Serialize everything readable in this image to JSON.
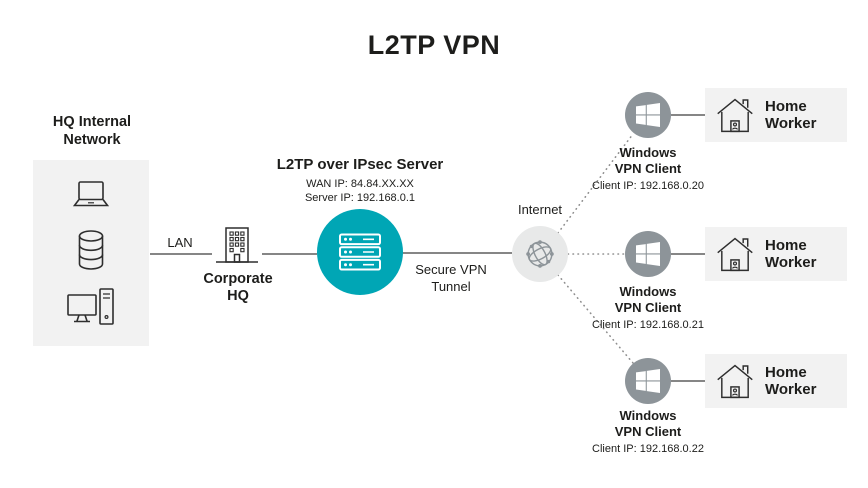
{
  "title": "L2TP VPN",
  "colors": {
    "accent_teal": "#00A6B5",
    "node_gray": "#8D9499",
    "panel_gray": "#F2F2F2",
    "text_dark": "#1D1D1B"
  },
  "hq_network": {
    "label": "HQ Internal Network",
    "icons": [
      "laptop-icon",
      "database-icon",
      "desktop-computer-icon"
    ]
  },
  "lan_label": "LAN",
  "corporate_hq_label": "Corporate HQ",
  "vpn_server": {
    "title": "L2TP over IPsec Server",
    "wan_ip": "WAN IP: 84.84.XX.XX",
    "server_ip": "Server IP: 192.168.0.1",
    "icon": "server-icon"
  },
  "tunnel_label": "Secure VPN Tunnel",
  "internet_label": "Internet",
  "internet_icon": "internet-globe-icon",
  "clients": [
    {
      "label": "Windows VPN Client",
      "client_ip": "Client IP: 192.168.0.20",
      "worker_label": "Home Worker"
    },
    {
      "label": "Windows VPN Client",
      "client_ip": "Client IP: 192.168.0.21",
      "worker_label": "Home Worker"
    },
    {
      "label": "Windows VPN Client",
      "client_ip": "Client IP: 192.168.0.22",
      "worker_label": "Home Worker"
    }
  ]
}
